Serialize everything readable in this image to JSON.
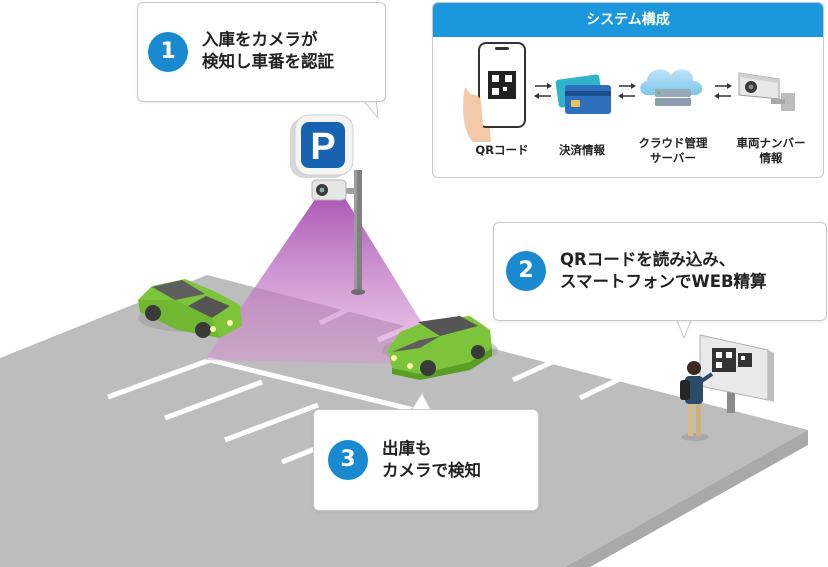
{
  "callouts": {
    "step1": {
      "number": "1",
      "line1": "入庫をカメラが",
      "line2": "検知し車番を認証"
    },
    "step2": {
      "number": "2",
      "line1": "QRコードを読み込み、",
      "line2": "スマートフォンでWEB精算"
    },
    "step3": {
      "number": "3",
      "line1": "出庫も",
      "line2": "カメラで検知"
    }
  },
  "system": {
    "title": "システム構成",
    "items": {
      "qr": {
        "line1": "QRコード"
      },
      "payment": {
        "line1": "決済情報"
      },
      "cloud": {
        "line1": "クラウド管理",
        "line2": "サーバー"
      },
      "plate": {
        "line1": "車両ナンバー",
        "line2": "情報"
      }
    }
  },
  "parking_sign": {
    "letter": "P"
  },
  "colors": {
    "accent": "#1a8ad0",
    "header": "#1a97dd",
    "car": "#7cc43a",
    "ground": "#bdbdbd",
    "beam": "#c86fc6"
  }
}
